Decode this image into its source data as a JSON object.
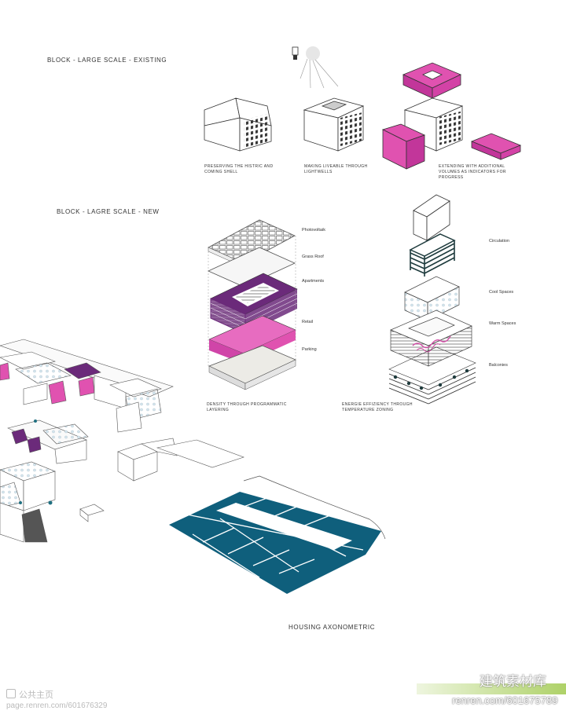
{
  "headings": {
    "existing": "BLOCK - LARGE SCALE - EXISTING",
    "new": "BLOCK - LAGRE SCALE - NEW",
    "axonometric": "HOUSING AXONOMETRIC"
  },
  "captions": {
    "preserving": "PRESERVING THE HISTRIC AND COMING SHELL",
    "lightwells": "MAKING LIVEABLE THROUGH LIGHTWELLS",
    "extending": "EXTENDING WITH ADDITIONAL VOLUMES AS INDICATORS FOR PROGRESS",
    "density": "DENSITY THROUGH PROGRAMMATIC LAYERING",
    "energy": "ENERGIE EFFIZIENCY THROUGH TEMPERATURE ZONING"
  },
  "layers_left": {
    "photovoltaik": "Photovoltaik",
    "grass_roof": "Grass Roof",
    "apartments": "Apartments",
    "retail": "Retail",
    "parking": "Parking"
  },
  "layers_right": {
    "circulation": "Circulation",
    "cool_spaces": "Cool Spaces",
    "warm_spaces": "Warm Spaces",
    "balconies": "Balconies"
  },
  "watermarks": {
    "left_cn": "公共主页",
    "left_url": "page.renren.com/601676329",
    "right_cn": "建筑素材库",
    "right_url": "renren.com/601675789"
  },
  "colors": {
    "magenta": "#e052b0",
    "purple": "#6b2a7a",
    "teal": "#0f5f7c",
    "ink": "#333333"
  },
  "icons": [
    "lightbulb-icon",
    "sun-icon",
    "renren-logo-icon"
  ]
}
